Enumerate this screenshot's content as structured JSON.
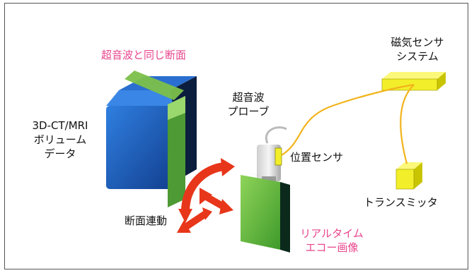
{
  "labels": {
    "same_section": "超音波と同じ断面",
    "volume_data": [
      "3D-CT/MRI",
      "ボリューム",
      "データ"
    ],
    "probe": [
      "超音波",
      "プローブ"
    ],
    "position_sensor": "位置センサ",
    "magnetic_sensor": [
      "磁気センサ",
      "システム"
    ],
    "transmitter": "トランスミッタ",
    "section_link": "断面連動",
    "realtime_image": [
      "リアルタイム",
      "エコー画像"
    ]
  },
  "colors": {
    "section_plane": "#7cc04a",
    "volume_block": "#1f5fbf",
    "sensor_box": "#f2ee2a",
    "cable": "#f2b41c",
    "arrow": "#e8361a",
    "highlight_text": "#e8458c"
  }
}
